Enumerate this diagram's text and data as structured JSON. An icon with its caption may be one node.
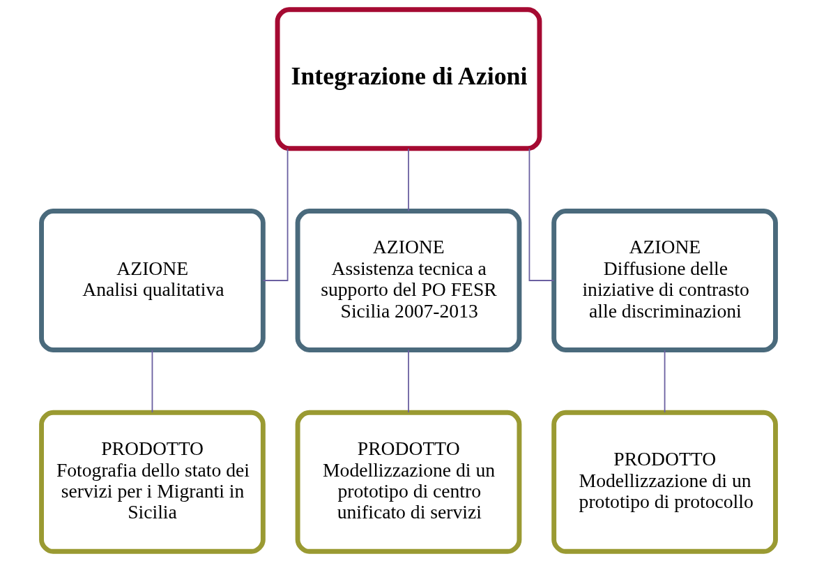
{
  "diagram": {
    "nodes": [
      {
        "text": [
          "Integrazione di Azioni"
        ]
      },
      {
        "text": [
          "AZIONE",
          "Analisi qualitativa"
        ]
      },
      {
        "text": [
          "AZIONE",
          "Assistenza tecnica a supporto del PO FESR Sicilia 2007-2013"
        ]
      },
      {
        "text": [
          "AZIONE",
          "Diffusione delle iniziative di contrasto alle discriminazioni"
        ]
      },
      {
        "text": [
          "PRODOTTO",
          "Fotografia dello stato dei servizi per i Migranti in Sicilia"
        ]
      },
      {
        "text": [
          "PRODOTTO",
          "Modellizzazione di un prototipo di centro unificato di servizi"
        ]
      },
      {
        "text": [
          "PRODOTTO",
          "Modellizzazione di un prototipo di protocollo"
        ]
      }
    ],
    "edges": [
      {
        "from": 0,
        "to": 1,
        "arrow": "none"
      },
      {
        "from": 0,
        "to": 2,
        "arrow": "none"
      },
      {
        "from": 0,
        "to": 3,
        "arrow": "none"
      },
      {
        "from": 1,
        "to": 4,
        "arrow": "none"
      },
      {
        "from": 2,
        "to": 5,
        "arrow": "none"
      },
      {
        "from": 3,
        "to": 6,
        "arrow": "none"
      }
    ]
  }
}
